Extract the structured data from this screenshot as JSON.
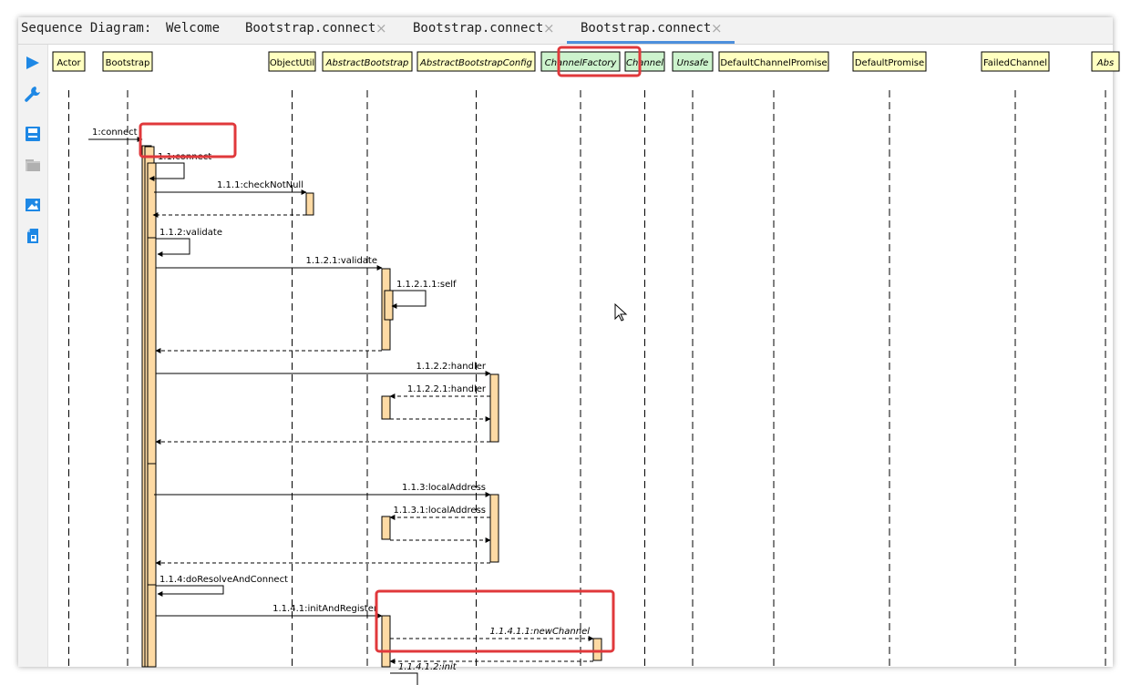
{
  "tabs": {
    "title": "Sequence Diagram:",
    "welcome": "Welcome",
    "tab1": "Bootstrap.connect",
    "tab2": "Bootstrap.connect",
    "tab3": "Bootstrap.connect",
    "close_glyph": "×"
  },
  "toolbar": {
    "items": [
      "play-icon",
      "wrench-icon",
      "save-icon",
      "folder-icon",
      "image-icon",
      "export-icon"
    ]
  },
  "colors": {
    "participant_fill": "#ffffc0",
    "interface_fill": "#cdf3cd",
    "activation_fill": "#fddaa4",
    "highlight": "#e0383b",
    "accent": "#1e88e5"
  },
  "participants": [
    {
      "label": "Actor",
      "italic": false,
      "green": false
    },
    {
      "label": "Bootstrap",
      "italic": false,
      "green": false
    },
    {
      "label": "ObjectUtil",
      "italic": false,
      "green": false
    },
    {
      "label": "AbstractBootstrap",
      "italic": true,
      "green": false
    },
    {
      "label": "AbstractBootstrapConfig",
      "italic": true,
      "green": false
    },
    {
      "label": "ChannelFactory",
      "italic": true,
      "green": true
    },
    {
      "label": "Channel",
      "italic": true,
      "green": true
    },
    {
      "label": "Unsafe",
      "italic": true,
      "green": true
    },
    {
      "label": "DefaultChannelPromise",
      "italic": false,
      "green": false
    },
    {
      "label": "DefaultPromise",
      "italic": false,
      "green": false
    },
    {
      "label": "FailedChannel",
      "italic": false,
      "green": false
    },
    {
      "label": "Abs",
      "italic": true,
      "green": false
    }
  ],
  "messages": [
    {
      "from": 0,
      "to": 1,
      "label": "1:connect",
      "dashed": false,
      "self": false
    },
    {
      "from": 1,
      "to": 1,
      "label": "1.1:connect",
      "dashed": false,
      "self": true
    },
    {
      "from": 1,
      "to": 2,
      "label": "1.1.1:checkNotNull",
      "dashed": false,
      "self": false
    },
    {
      "from": 2,
      "to": 1,
      "label": "",
      "dashed": true,
      "self": false
    },
    {
      "from": 1,
      "to": 1,
      "label": "1.1.2:validate",
      "dashed": false,
      "self": true
    },
    {
      "from": 1,
      "to": 3,
      "label": "1.1.2.1:validate",
      "dashed": false,
      "self": false
    },
    {
      "from": 3,
      "to": 3,
      "label": "1.1.2.1.1:self",
      "dashed": false,
      "self": true
    },
    {
      "from": 3,
      "to": 1,
      "label": "",
      "dashed": true,
      "self": false
    },
    {
      "from": 1,
      "to": 4,
      "label": "1.1.2.2:handler",
      "dashed": false,
      "self": false
    },
    {
      "from": 4,
      "to": 3,
      "label": "1.1.2.2.1:handler",
      "dashed": true,
      "self": false
    },
    {
      "from": 3,
      "to": 4,
      "label": "",
      "dashed": true,
      "self": false
    },
    {
      "from": 4,
      "to": 1,
      "label": "",
      "dashed": true,
      "self": false
    },
    {
      "from": 1,
      "to": 4,
      "label": "1.1.3:localAddress",
      "dashed": false,
      "self": false
    },
    {
      "from": 4,
      "to": 3,
      "label": "1.1.3.1:localAddress",
      "dashed": true,
      "self": false
    },
    {
      "from": 3,
      "to": 4,
      "label": "",
      "dashed": true,
      "self": false
    },
    {
      "from": 4,
      "to": 1,
      "label": "",
      "dashed": true,
      "self": false
    },
    {
      "from": 1,
      "to": 1,
      "label": "1.1.4:doResolveAndConnect",
      "dashed": false,
      "self": true
    },
    {
      "from": 1,
      "to": 3,
      "label": "1.1.4.1:initAndRegister",
      "dashed": false,
      "self": false
    },
    {
      "from": 3,
      "to": 5,
      "label": "1.1.4.1.1:newChannel",
      "dashed": true,
      "self": false
    },
    {
      "from": 5,
      "to": 3,
      "label": "",
      "dashed": true,
      "self": false
    },
    {
      "from": 3,
      "to": 3,
      "label": "1.1.4.1.2:init",
      "dashed": false,
      "self": true
    }
  ]
}
